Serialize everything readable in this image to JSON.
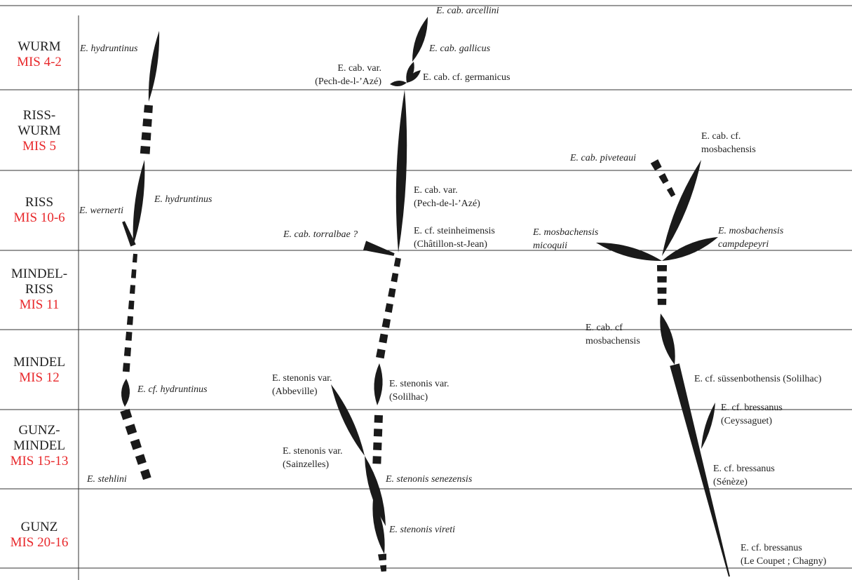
{
  "periods": [
    {
      "label": "WURM",
      "mis": "MIS 4-2"
    },
    {
      "label": "RISS-\nWURM",
      "mis": "MIS 5"
    },
    {
      "label": "RISS",
      "mis": "MIS 10-6"
    },
    {
      "label": "MINDEL-\nRISS",
      "mis": "MIS 11"
    },
    {
      "label": "MINDEL",
      "mis": "MIS 12"
    },
    {
      "label": "GUNZ-\nMINDEL",
      "mis": "MIS 15-13"
    },
    {
      "label": "GUNZ",
      "mis": "MIS 20-16"
    }
  ],
  "taxa": {
    "hydruntinus_wurm": "E. hydruntinus",
    "hydruntinus_riss": "E. hydruntinus",
    "wernerti": "E. wernerti",
    "cf_hydruntinus": "E. cf. hydruntinus",
    "stehlini": "E. stehlini",
    "arcellini": "E. cab. arcellini",
    "gallicus": "E. cab. gallicus",
    "cf_germanicus": "E. cab. cf. germanicus",
    "var_pech_top": "E. cab. var.\n(Pech-de-l-’Azé)",
    "var_pech_mid": "E. cab. var.\n(Pech-de-l-’Azé)",
    "torralbae": "E. cab. torralbae ?",
    "steinheimensis": "E. cf. steinheimensis\n(Châtillon-st-Jean)",
    "stenonis_solilhac": "E. stenonis var.\n(Solilhac)",
    "stenonis_abbeville": "E. stenonis var.\n(Abbeville)",
    "stenonis_sainzelles": "E. stenonis var.\n(Sainzelles)",
    "senezensis": "E. stenonis senezensis",
    "vireti": "E. stenonis vireti",
    "piveteaui": "E. cab. piveteaui",
    "cf_mosbachensis_top": "E. cab. cf.\nmosbachensis",
    "micoquii": "E. mosbachensis\nmicoquii",
    "campdepeyri": "E. mosbachensis\ncampdepeyri",
    "cf_mosbachensis_mid": "E. cab. cf\nmosbachensis",
    "sussenbothensis": "E. cf. süssenbothensis (Solilhac)",
    "bressanus_ceyssaguet": "E. cf. bressanus\n(Ceyssaguet)",
    "bressanus_seneze": "E. cf. bressanus\n(Sénèze)",
    "bressanus_coupet": "E. cf. bressanus\n(Le Coupet ; Chagny)"
  },
  "colors": {
    "mis": "#e8282b",
    "lineage": "#1a1a1a",
    "rule": "#333333"
  }
}
